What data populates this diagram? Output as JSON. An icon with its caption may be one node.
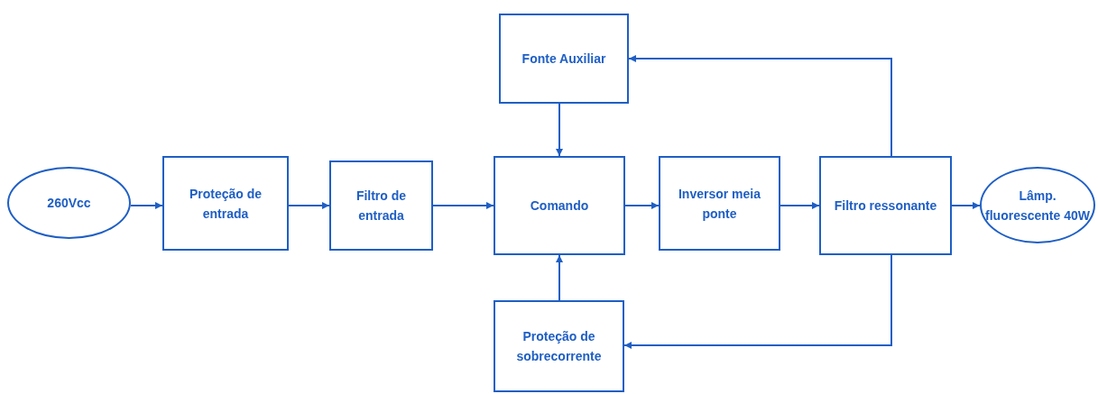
{
  "diagram": {
    "nodes": [
      {
        "text": [
          "260Vcc"
        ]
      },
      {
        "text": [
          "Proteção de entrada"
        ]
      },
      {
        "text": [
          "Filtro de entrada"
        ]
      },
      {
        "text": [
          "Fonte Auxiliar"
        ]
      },
      {
        "text": [
          "Comando"
        ]
      },
      {
        "text": [
          "Inversor meia ponte"
        ]
      },
      {
        "text": [
          "Filtro ressonante"
        ]
      },
      {
        "text": [
          "Lâmp. fluorescente 40W"
        ]
      },
      {
        "text": [
          "Proteção de sobrecorrente"
        ]
      }
    ],
    "edges": [
      {
        "from": 0,
        "to": 1,
        "arrow": "to"
      },
      {
        "from": 1,
        "to": 2,
        "arrow": "to"
      },
      {
        "from": 2,
        "to": 4,
        "arrow": "to"
      },
      {
        "from": 3,
        "to": 4,
        "arrow": "to"
      },
      {
        "from": 8,
        "to": 4,
        "arrow": "to"
      },
      {
        "from": 4,
        "to": 5,
        "arrow": "to"
      },
      {
        "from": 5,
        "to": 6,
        "arrow": "to"
      },
      {
        "from": 6,
        "to": 7,
        "arrow": "to"
      },
      {
        "from": 6,
        "to": 3,
        "arrow": "to"
      },
      {
        "from": 6,
        "to": 8,
        "arrow": "to"
      }
    ]
  }
}
